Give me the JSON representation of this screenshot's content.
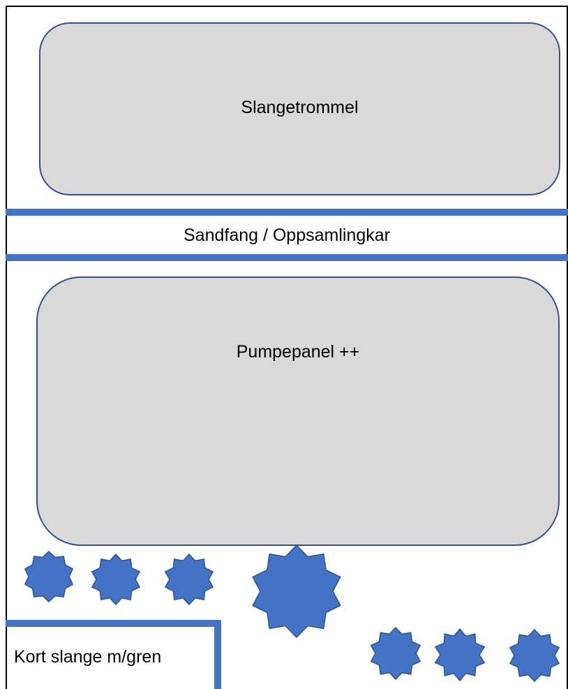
{
  "labels": {
    "hose_reel": "Slangetrommel",
    "sand_trap": "Sandfang / Oppsamlingkar",
    "pump_panel": "Pumpepanel ++",
    "short_hose": "Kort slange m/gren"
  },
  "colors": {
    "accent_blue": "#4472c4",
    "outline_blue": "#2f528f",
    "panel_gray": "#d9d9d9"
  }
}
